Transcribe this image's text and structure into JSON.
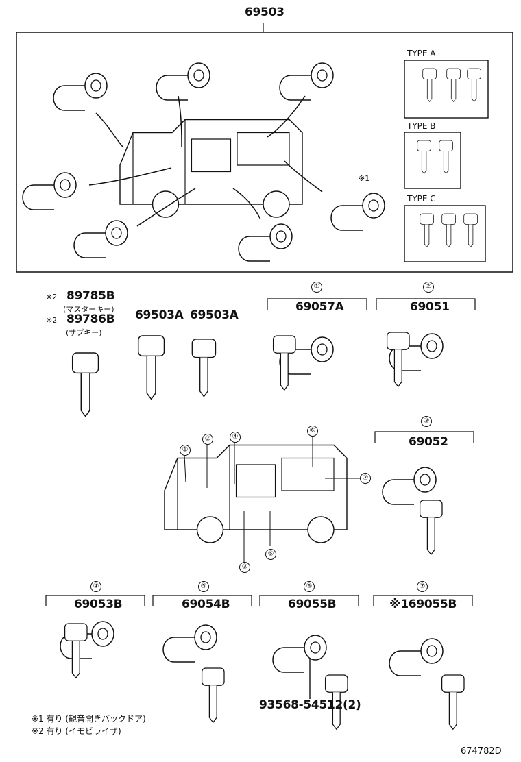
{
  "assembly": {
    "part_number": "69503"
  },
  "key_types": [
    {
      "label": "TYPE A"
    },
    {
      "label": "TYPE B"
    },
    {
      "label": "TYPE C"
    }
  ],
  "top_marker": "※1",
  "keys": {
    "master_note": "※2",
    "master_number": "89785B",
    "master_label": "(マスターキー)",
    "sub_note": "※2",
    "sub_number": "89786B",
    "sub_label": "(サブキー)",
    "key_a1": "69503A",
    "key_a2": "69503A"
  },
  "components": [
    {
      "index": "①",
      "part_number": "69057A"
    },
    {
      "index": "②",
      "part_number": "69051"
    },
    {
      "index": "③",
      "part_number": "69052"
    },
    {
      "index": "④",
      "part_number": "69053B"
    },
    {
      "index": "⑤",
      "part_number": "69054B"
    },
    {
      "index": "⑥",
      "part_number": "69055B"
    },
    {
      "index": "⑦",
      "part_number": "※169055B"
    }
  ],
  "van_callouts": [
    "①",
    "②",
    "④",
    "⑥",
    "⑦",
    "③",
    "⑤"
  ],
  "screw": {
    "part_number": "93568-54512(2)"
  },
  "notes": [
    "※1 有り (観音開きバックドア)",
    "※2 有り (イモビライザ)"
  ],
  "diagram_ref": "674782D"
}
